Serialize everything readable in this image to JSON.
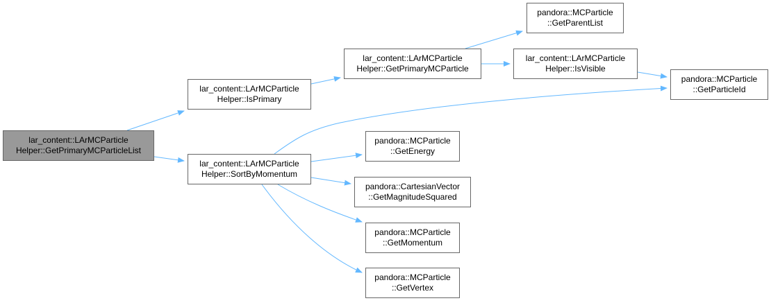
{
  "graph": {
    "edge_color": "#63b8ff",
    "node_border": "#666666",
    "root_fill": "#999999",
    "nodes": [
      {
        "id": "root",
        "line1": "lar_content::LArMCParticle",
        "line2": "Helper::GetPrimaryMCParticleList",
        "is_root": true
      },
      {
        "id": "isprimary",
        "line1": "lar_content::LArMCParticle",
        "line2": "Helper::IsPrimary"
      },
      {
        "id": "sortbymomentum",
        "line1": "lar_content::LArMCParticle",
        "line2": "Helper::SortByMomentum"
      },
      {
        "id": "getprimarymcparticle",
        "line1": "lar_content::LArMCParticle",
        "line2": "Helper::GetPrimaryMCParticle"
      },
      {
        "id": "getparentlist",
        "line1": "pandora::MCParticle",
        "line2": "::GetParentList"
      },
      {
        "id": "isvisible",
        "line1": "lar_content::LArMCParticle",
        "line2": "Helper::IsVisible"
      },
      {
        "id": "getparticleid",
        "line1": "pandora::MCParticle",
        "line2": "::GetParticleId"
      },
      {
        "id": "getenergy",
        "line1": "pandora::MCParticle",
        "line2": "::GetEnergy"
      },
      {
        "id": "getmagnitudesquared",
        "line1": "pandora::CartesianVector",
        "line2": "::GetMagnitudeSquared"
      },
      {
        "id": "getmomentum",
        "line1": "pandora::MCParticle",
        "line2": "::GetMomentum"
      },
      {
        "id": "getvertex",
        "line1": "pandora::MCParticle",
        "line2": "::GetVertex"
      }
    ],
    "edges": [
      {
        "from": "root",
        "to": "isprimary"
      },
      {
        "from": "root",
        "to": "sortbymomentum"
      },
      {
        "from": "isprimary",
        "to": "getprimarymcparticle"
      },
      {
        "from": "getprimarymcparticle",
        "to": "getparentlist"
      },
      {
        "from": "getprimarymcparticle",
        "to": "isvisible"
      },
      {
        "from": "isvisible",
        "to": "getparticleid"
      },
      {
        "from": "sortbymomentum",
        "to": "getparticleid"
      },
      {
        "from": "sortbymomentum",
        "to": "getenergy"
      },
      {
        "from": "sortbymomentum",
        "to": "getmagnitudesquared"
      },
      {
        "from": "sortbymomentum",
        "to": "getmomentum"
      },
      {
        "from": "sortbymomentum",
        "to": "getvertex"
      }
    ]
  }
}
